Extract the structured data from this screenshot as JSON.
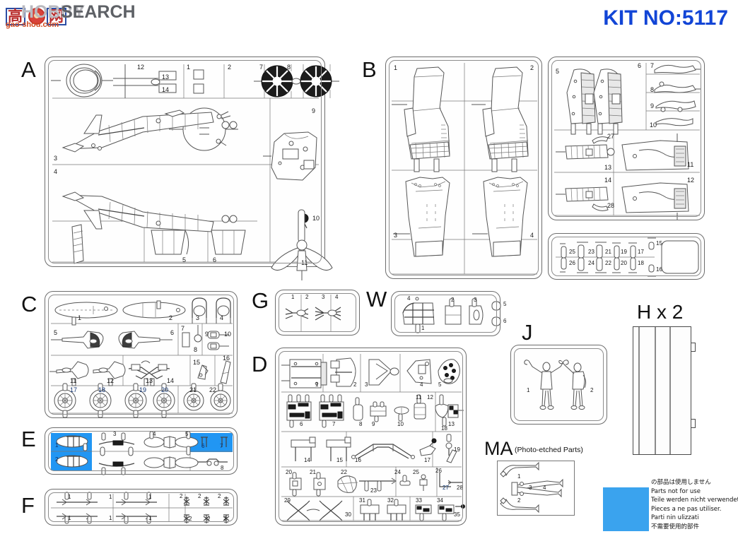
{
  "header": {
    "watermark": {
      "cjk_left": "高",
      "cjk_right": "网",
      "hobby": "HOBBY",
      "search": "SEARCH",
      "domain": "gao-shou.com"
    },
    "kit_number": "KIT NO:5117"
  },
  "sprues": [
    {
      "id": "A",
      "label": "A",
      "parts": [
        "12",
        "13",
        "14",
        "1",
        "2",
        "7",
        "8",
        "3",
        "4",
        "9",
        "5",
        "6",
        "10",
        "11"
      ]
    },
    {
      "id": "B",
      "label": "B",
      "parts": [
        "1",
        "2",
        "3",
        "4",
        "5",
        "6",
        "7",
        "8",
        "9",
        "10",
        "11",
        "12",
        "13",
        "14",
        "27",
        "28"
      ]
    },
    {
      "id": "B2",
      "label": "",
      "parts": [
        "15",
        "16",
        "17",
        "18",
        "19",
        "20",
        "21",
        "22",
        "23",
        "24",
        "25",
        "26"
      ]
    },
    {
      "id": "C",
      "label": "C",
      "parts": [
        "1",
        "2",
        "3",
        "4",
        "5",
        "6",
        "7",
        "8",
        "9",
        "10",
        "11",
        "12",
        "13",
        "14",
        "15",
        "16",
        "17",
        "18",
        "19",
        "20",
        "21",
        "22"
      ],
      "highlighted_parts": [
        "17",
        "18",
        "19",
        "20"
      ]
    },
    {
      "id": "E",
      "label": "E",
      "parts": [
        "1",
        "2",
        "3",
        "4",
        "5",
        "6",
        "7",
        "8"
      ],
      "highlighted_parts": [
        "1",
        "2",
        "6",
        "7"
      ]
    },
    {
      "id": "F",
      "label": "F",
      "parts": [
        "1",
        "1",
        "1",
        "2",
        "2",
        "2",
        "1",
        "1",
        "1",
        "2",
        "2",
        "2"
      ]
    },
    {
      "id": "G",
      "label": "G",
      "parts": [
        "1",
        "2",
        "3",
        "4"
      ]
    },
    {
      "id": "W",
      "label": "W",
      "parts": [
        "1",
        "2",
        "3",
        "4",
        "5",
        "6"
      ]
    },
    {
      "id": "D",
      "label": "D",
      "parts": [
        "1",
        "2",
        "3",
        "4",
        "5",
        "6",
        "7",
        "8",
        "9",
        "10",
        "11",
        "12",
        "13",
        "14",
        "15",
        "16",
        "17",
        "18",
        "19",
        "20",
        "21",
        "22",
        "23",
        "24",
        "25",
        "26",
        "27",
        "28",
        "29",
        "30",
        "31",
        "32",
        "33",
        "34",
        "35"
      ],
      "highlighted_parts": [
        "27"
      ]
    },
    {
      "id": "J",
      "label": "J",
      "parts": [
        "1",
        "2"
      ]
    },
    {
      "id": "MA",
      "label": "MA",
      "sublabel": "(Photo-etched Parts)",
      "parts": [
        "1",
        "2",
        "3",
        "4"
      ]
    },
    {
      "id": "H",
      "label": "H x 2",
      "parts": []
    }
  ],
  "legend": {
    "swatch_color": "#3aa3ee",
    "lines": [
      "の部品は使用しません",
      "Parts not for use",
      "Teile werden nicht verwendet.",
      "Pieces a ne pas utiliser.",
      "Parti nin ulizzati",
      "不需要使用的部件"
    ]
  },
  "colors": {
    "kit_blue": "#1245d6",
    "highlight_blue": "#2196f3",
    "swatch_blue": "#3aa3ee"
  }
}
